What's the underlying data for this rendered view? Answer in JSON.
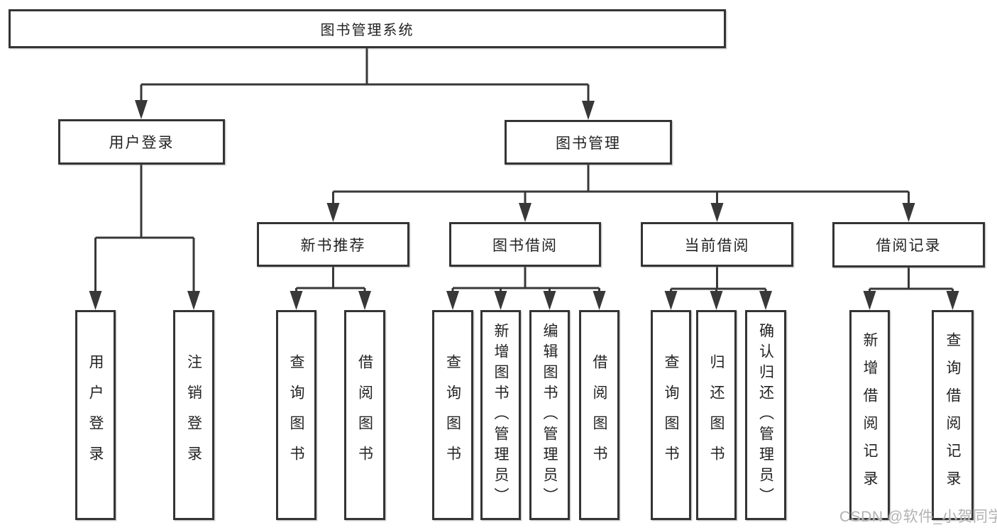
{
  "title": "图书管理系统",
  "level1": {
    "user_login": "用户登录",
    "book_mgmt": "图书管理"
  },
  "level2": {
    "new_books": "新书推荐",
    "book_borrow": "图书借阅",
    "current_borrow": "当前借阅",
    "borrow_records": "借阅记录"
  },
  "leaves": {
    "user_login": [
      "用户登录",
      "注销登录"
    ],
    "new_books": [
      "查询图书",
      "借阅图书"
    ],
    "book_borrow": [
      "查询图书",
      "新增图书（管理员）",
      "编辑图书（管理员）",
      "借阅图书"
    ],
    "current_borrow": [
      "查询图书",
      "归还图书",
      "确认归还（管理员）"
    ],
    "borrow_records": [
      "新增借阅记录",
      "查询借阅记录"
    ]
  },
  "watermark": "CSDN @软件_小贺同学",
  "colors": {
    "line": "#383838",
    "box_border": "#343434",
    "text": "#232323",
    "background": "#ffffff",
    "watermark": "#b2b2b2"
  }
}
